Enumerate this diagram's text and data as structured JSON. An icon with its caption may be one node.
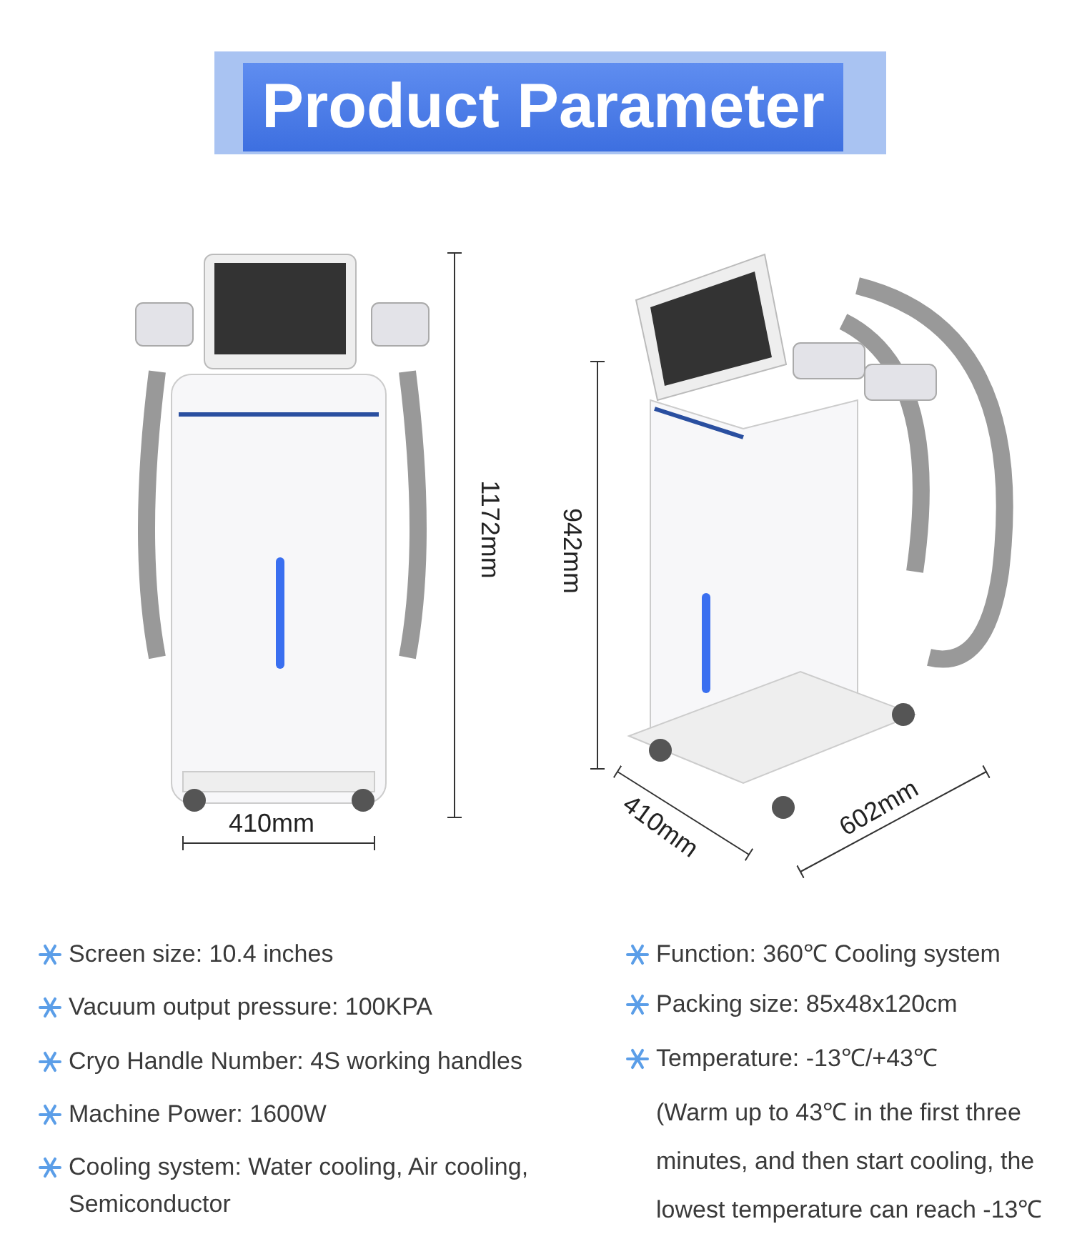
{
  "diagram": {
    "title": "Product Parameter",
    "labels": [
      "1172mm",
      "410mm",
      "942mm",
      "410mm",
      "602mm",
      "Screen size: 10.4 inches",
      "Vacuum output pressure: 100KPA",
      "Cryo Handle Number: 4S working handles",
      "Machine Power: 1600W",
      "Cooling system: Water cooling, Air cooling, Semiconductor",
      "Function: 360℃ Cooling system",
      "Packing size: 85x48x120cm",
      "Temperature: -13℃/+43℃",
      "(Warm up to 43℃ in the first three minutes, and then start cooling, the lowest temperature can reach -13℃"
    ]
  }
}
